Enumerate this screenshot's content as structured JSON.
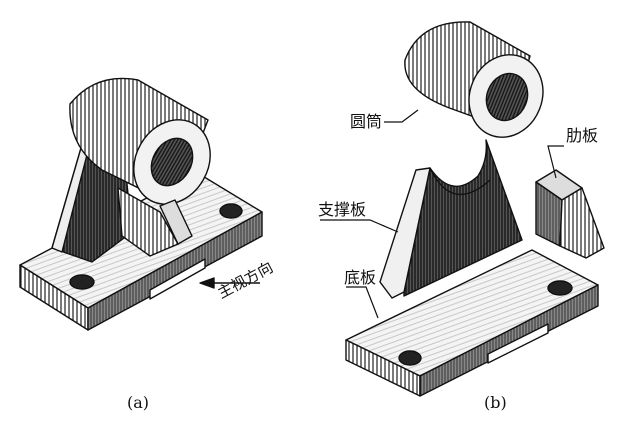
{
  "figure_a": {
    "view_direction_label": "主视方向",
    "caption": "(a)"
  },
  "figure_b": {
    "cylinder_label": "圆筒",
    "rib_label": "肋板",
    "support_label": "支撑板",
    "base_label": "底板",
    "caption": "(b)"
  },
  "colors": {
    "ink": "#111111",
    "paper": "#ffffff",
    "dark_face": "#3a3a3a",
    "mid_face": "#8a8a8a",
    "light_face": "#e6e6e6"
  }
}
